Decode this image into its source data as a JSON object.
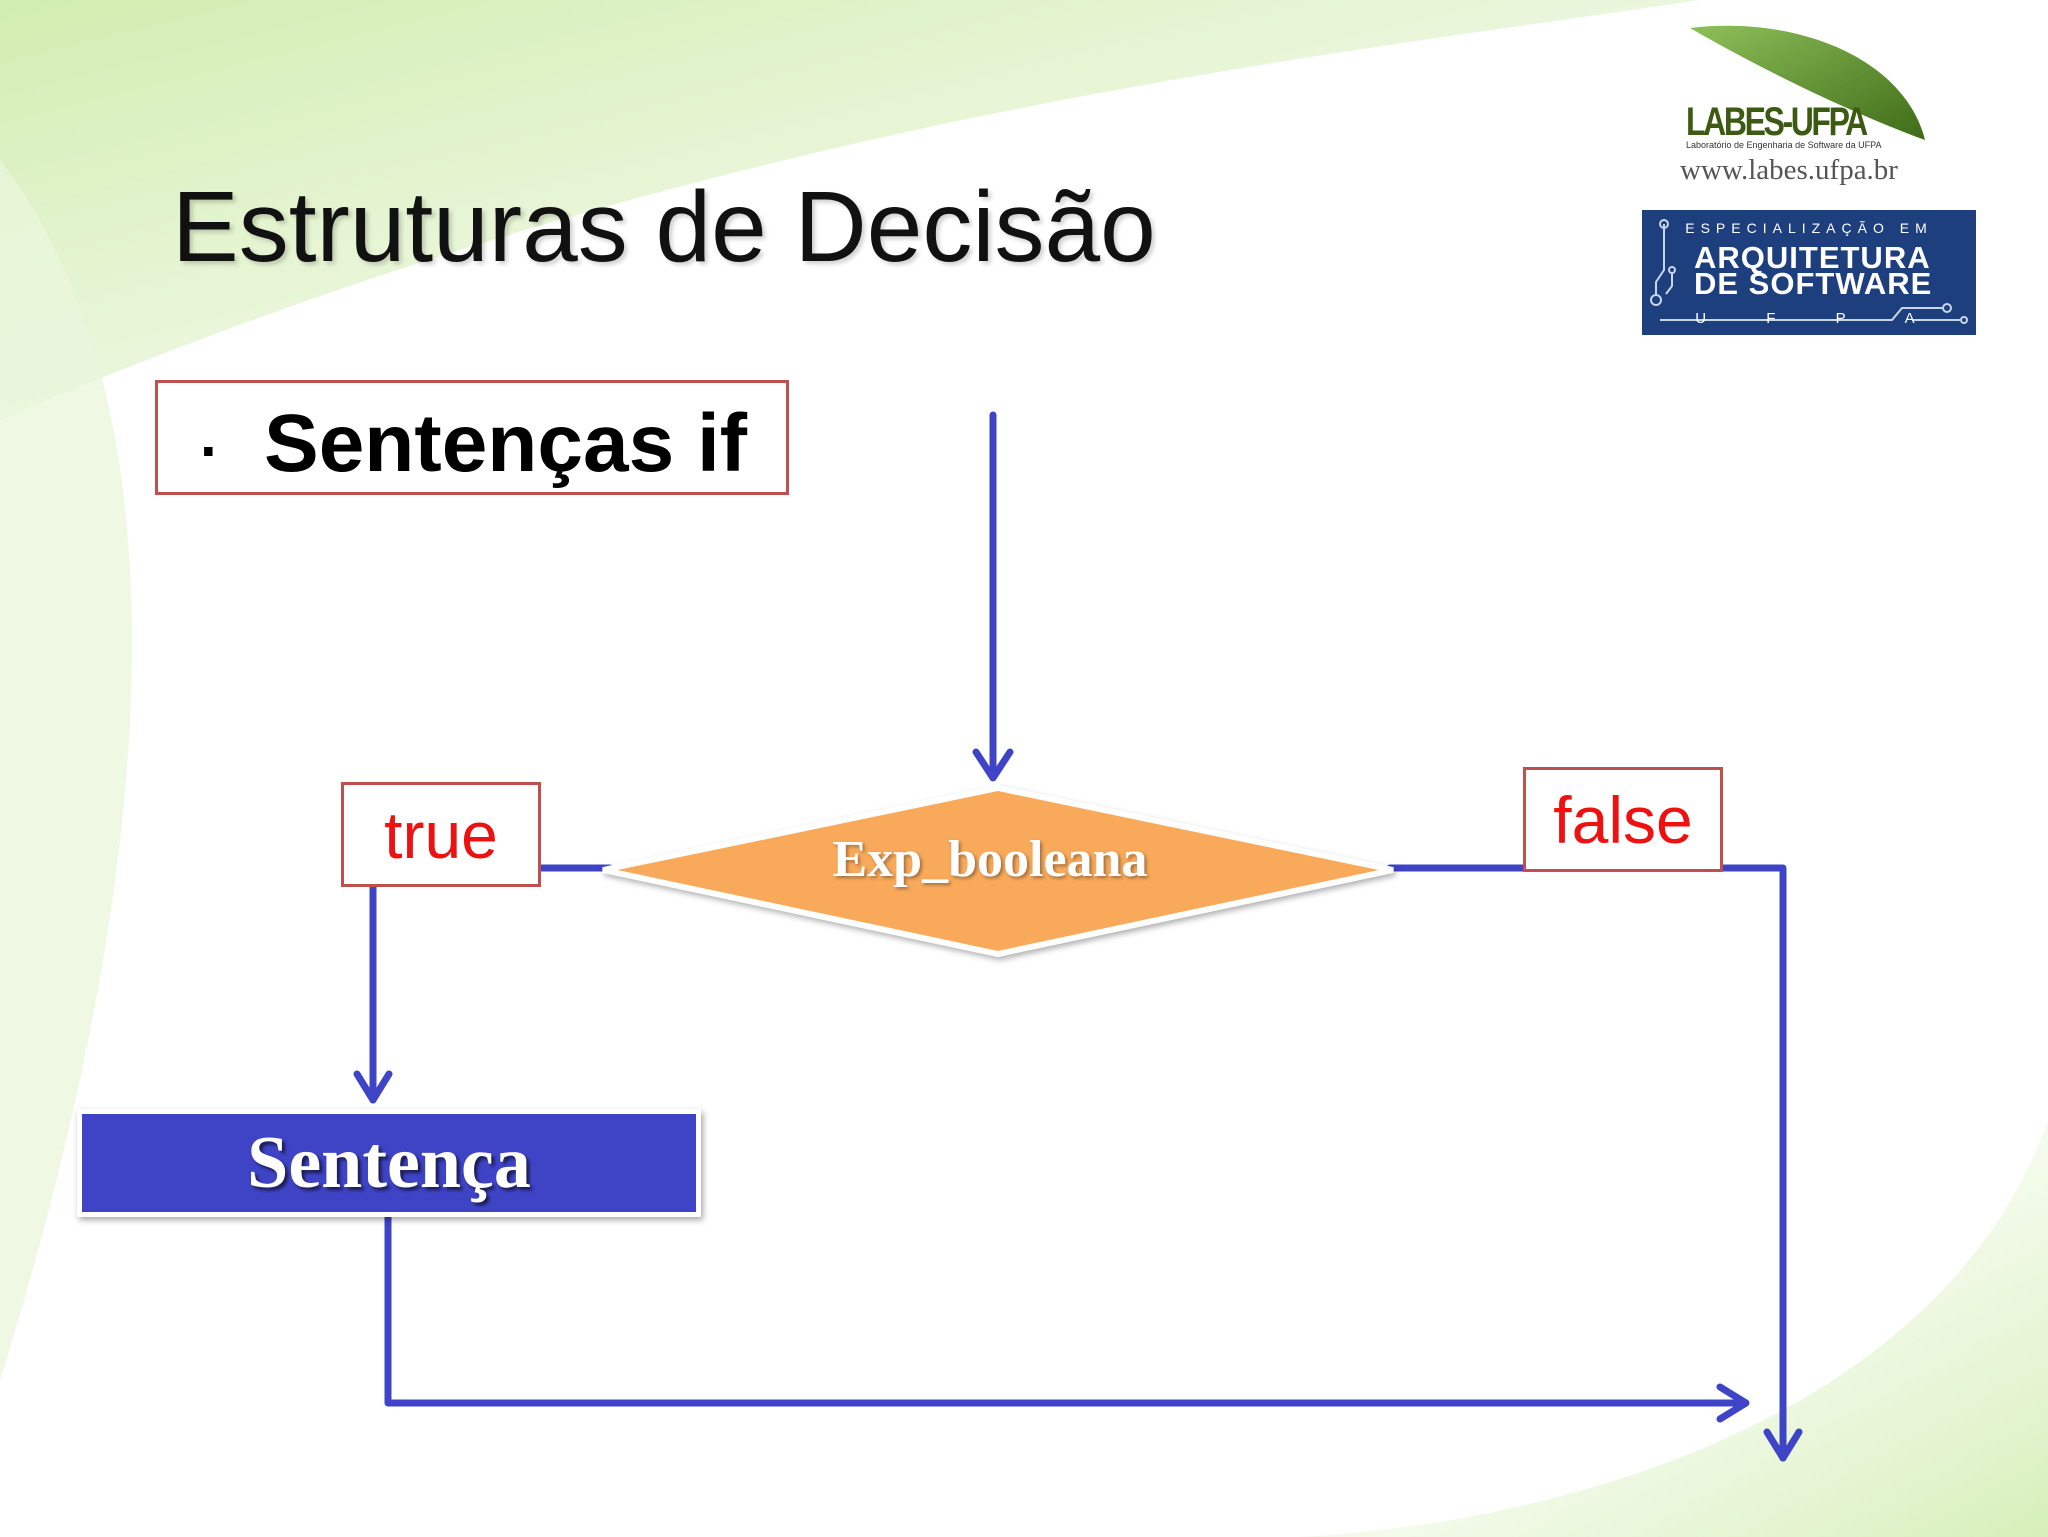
{
  "slide": {
    "title": "Estruturas de Decisão",
    "subtitle_bullet": ".",
    "subtitle": "Sentenças if"
  },
  "diagram": {
    "decision": "Exp_booleana",
    "true_label": "true",
    "false_label": "false",
    "statement": "Sentença"
  },
  "logos": {
    "labes_name": "LABES-UFPA",
    "labes_tagline": "Laboratório de Engenharia de Software da UFPA",
    "labes_url": "www.labes.ufpa.br",
    "arq_top": "ESPECIALIZAÇÃO EM",
    "arq_line1": "ARQUITETURA",
    "arq_line2": "DE SOFTWARE",
    "arq_bottom": "U F P A"
  },
  "colors": {
    "connector": "#3f44c7",
    "decision_fill": "#f8a95a",
    "statement_fill": "#3f44c7",
    "label_border": "#c0504d",
    "label_text": "#ee1111",
    "badge_bg": "#1e3f7d",
    "leaf": "#4b7a1c"
  }
}
